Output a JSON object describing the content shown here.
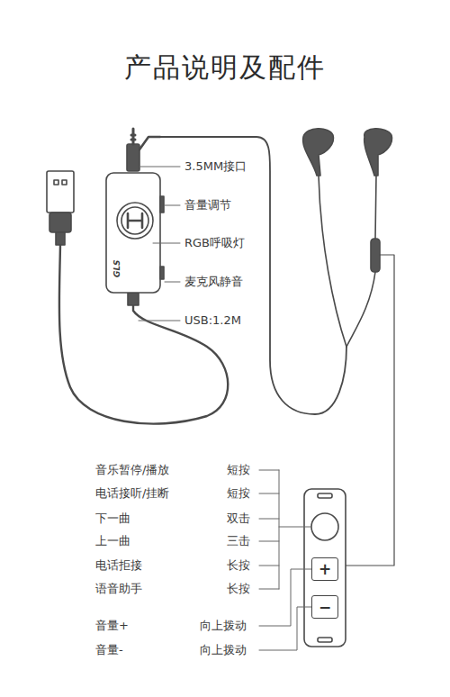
{
  "diagram": {
    "title": "产品说明及配件",
    "nodes": [
      {
        "text": [
          "+"
        ]
      },
      {
        "text": [
          "−"
        ]
      }
    ],
    "labels": [
      "3.5MM接口",
      "音量调节",
      "RGB呼吸灯",
      "麦克风静音",
      "USB:1.2M",
      "GLS",
      "音乐暂停/播放",
      "短按",
      "电话接听/挂断",
      "短按",
      "下一曲",
      "双击",
      "上一曲",
      "三击",
      "电话拒接",
      "长按",
      "语音助手",
      "长按",
      "音量+",
      "向上拨动",
      "音量-",
      "向上拨动"
    ]
  }
}
